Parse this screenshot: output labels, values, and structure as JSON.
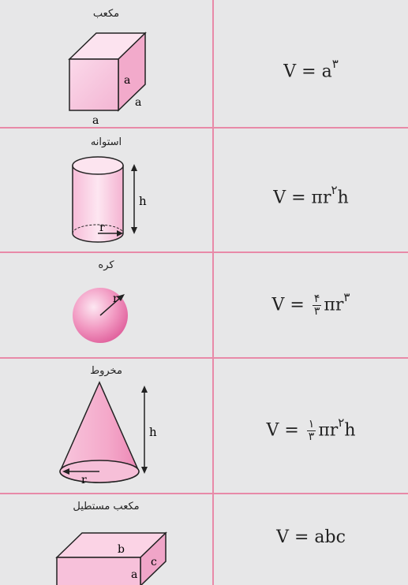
{
  "rows": [
    {
      "label": "مکعب",
      "edge_labels": [
        "a",
        "a",
        "a"
      ],
      "formula": {
        "lhs": "V = ",
        "base": "a",
        "exp": "۳"
      }
    },
    {
      "label": "استوانه",
      "dim_labels": {
        "height": "h",
        "radius": "r"
      },
      "formula": {
        "lhs": "V = ",
        "base": "πr",
        "exp": "۲",
        "tail": "h"
      }
    },
    {
      "label": "کره",
      "dim_labels": {
        "radius": "r"
      },
      "formula": {
        "lhs": "V = ",
        "num": "۴",
        "den": "۳",
        "base": "πr",
        "exp": "۳"
      }
    },
    {
      "label": "مخروط",
      "dim_labels": {
        "height": "h",
        "radius": "r"
      },
      "formula": {
        "lhs": "V = ",
        "num": "۱",
        "den": "۳",
        "base": "πr",
        "exp": "۲",
        "tail": "h"
      }
    },
    {
      "label": "مکعب مستطیل",
      "edge_labels": {
        "top": "b",
        "side": "c",
        "front": "a"
      },
      "formula": {
        "text": "V = abc"
      }
    }
  ],
  "colors": {
    "divider": "#e88aa8",
    "fill": "#f7c3dd",
    "stroke": "#222222",
    "background": "#e7e7e8"
  }
}
